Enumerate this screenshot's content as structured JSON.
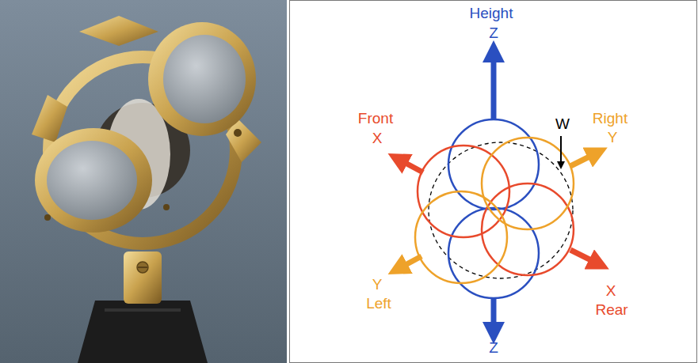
{
  "diagram": {
    "labels": [
      "Height",
      "Z",
      "Front",
      "X",
      "W",
      "Right",
      "Y",
      "Y",
      "Left",
      "X",
      "Rear",
      "Z"
    ]
  }
}
